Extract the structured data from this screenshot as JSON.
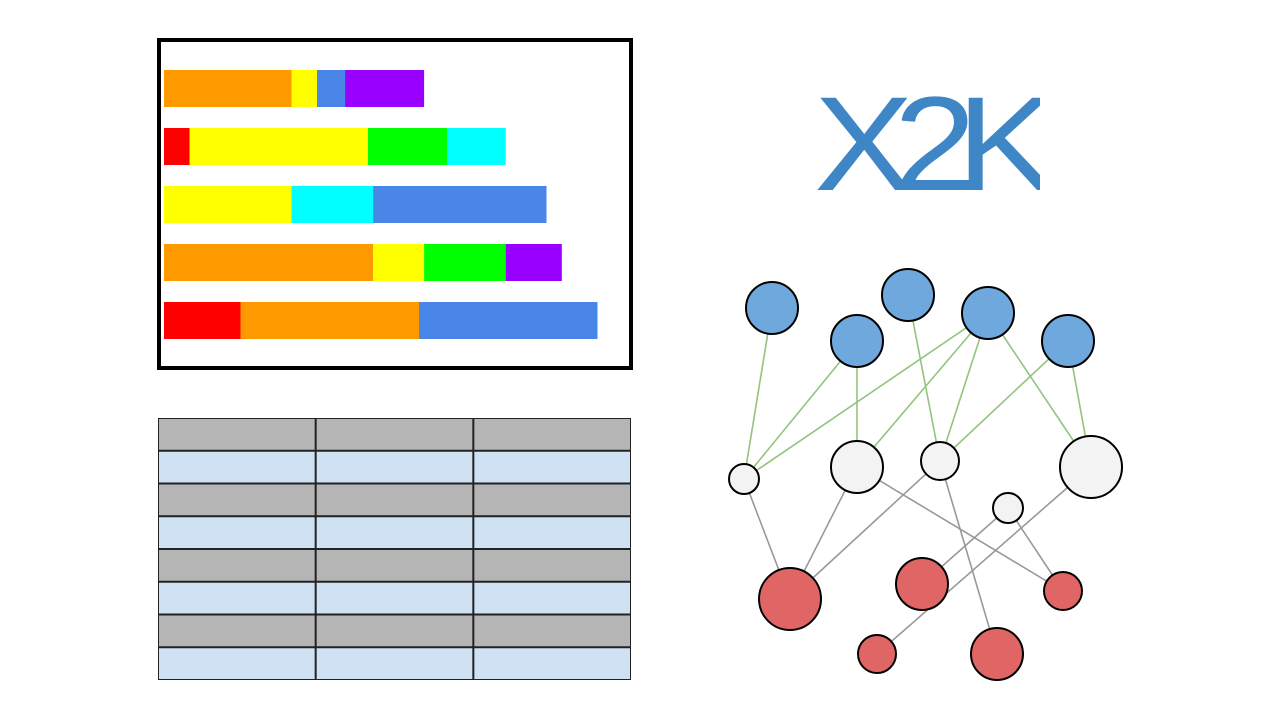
{
  "logo": {
    "text": "X2K",
    "color": "#3F86C6"
  },
  "colors": {
    "red": "#FF0000",
    "orange": "#FF9900",
    "yellow": "#FFFF00",
    "green": "#00FF00",
    "cyan": "#00FFFF",
    "blue": "#4A86E8",
    "purple": "#9900FF",
    "table_gray": "#B5B5B5",
    "table_blue": "#CFE2F3",
    "node_blue": "#6FA8DC",
    "node_white": "#F3F3F3",
    "node_red": "#E06666",
    "edge_green": "#93C47D",
    "edge_gray": "#999999"
  },
  "stacked_bars": [
    [
      [
        "orange",
        25
      ],
      [
        "yellow",
        5
      ],
      [
        "blue",
        5.5
      ],
      [
        "purple",
        15.5
      ]
    ],
    [
      [
        "red",
        5
      ],
      [
        "yellow",
        35
      ],
      [
        "green",
        15.5
      ],
      [
        "cyan",
        11.5
      ]
    ],
    [
      [
        "yellow",
        25
      ],
      [
        "cyan",
        16
      ],
      [
        "blue",
        34
      ]
    ],
    [
      [
        "orange",
        41
      ],
      [
        "yellow",
        10
      ],
      [
        "green",
        16
      ],
      [
        "purple",
        11
      ]
    ],
    [
      [
        "red",
        15
      ],
      [
        "orange",
        35
      ],
      [
        "blue",
        35
      ]
    ]
  ],
  "table": {
    "rows": 8,
    "cols": 3,
    "row_colors": [
      "table_gray",
      "table_blue"
    ]
  },
  "network": {
    "nodes": [
      {
        "id": "b1",
        "kind": "blue"
      },
      {
        "id": "b2",
        "kind": "blue"
      },
      {
        "id": "b3",
        "kind": "blue"
      },
      {
        "id": "b4",
        "kind": "blue"
      },
      {
        "id": "b5",
        "kind": "blue"
      },
      {
        "id": "w1",
        "kind": "white"
      },
      {
        "id": "w2",
        "kind": "white"
      },
      {
        "id": "w3",
        "kind": "white"
      },
      {
        "id": "w4",
        "kind": "white"
      },
      {
        "id": "w5",
        "kind": "white"
      },
      {
        "id": "r1",
        "kind": "red"
      },
      {
        "id": "r2",
        "kind": "red"
      },
      {
        "id": "r3",
        "kind": "red"
      },
      {
        "id": "r4",
        "kind": "red"
      },
      {
        "id": "r5",
        "kind": "red"
      }
    ],
    "green_edges": [
      [
        "b1",
        "w1"
      ],
      [
        "b2",
        "w1"
      ],
      [
        "b2",
        "w2"
      ],
      [
        "b3",
        "w3"
      ],
      [
        "b4",
        "w1"
      ],
      [
        "b4",
        "w2"
      ],
      [
        "b4",
        "w3"
      ],
      [
        "b4",
        "w4"
      ],
      [
        "b5",
        "w3"
      ],
      [
        "b5",
        "w4"
      ]
    ],
    "gray_edges": [
      [
        "w1",
        "r1"
      ],
      [
        "w2",
        "r1"
      ],
      [
        "w3",
        "r1"
      ],
      [
        "w2",
        "r3"
      ],
      [
        "w3",
        "r5"
      ],
      [
        "w5",
        "r2"
      ],
      [
        "w5",
        "r3"
      ],
      [
        "w4",
        "r4"
      ]
    ]
  }
}
